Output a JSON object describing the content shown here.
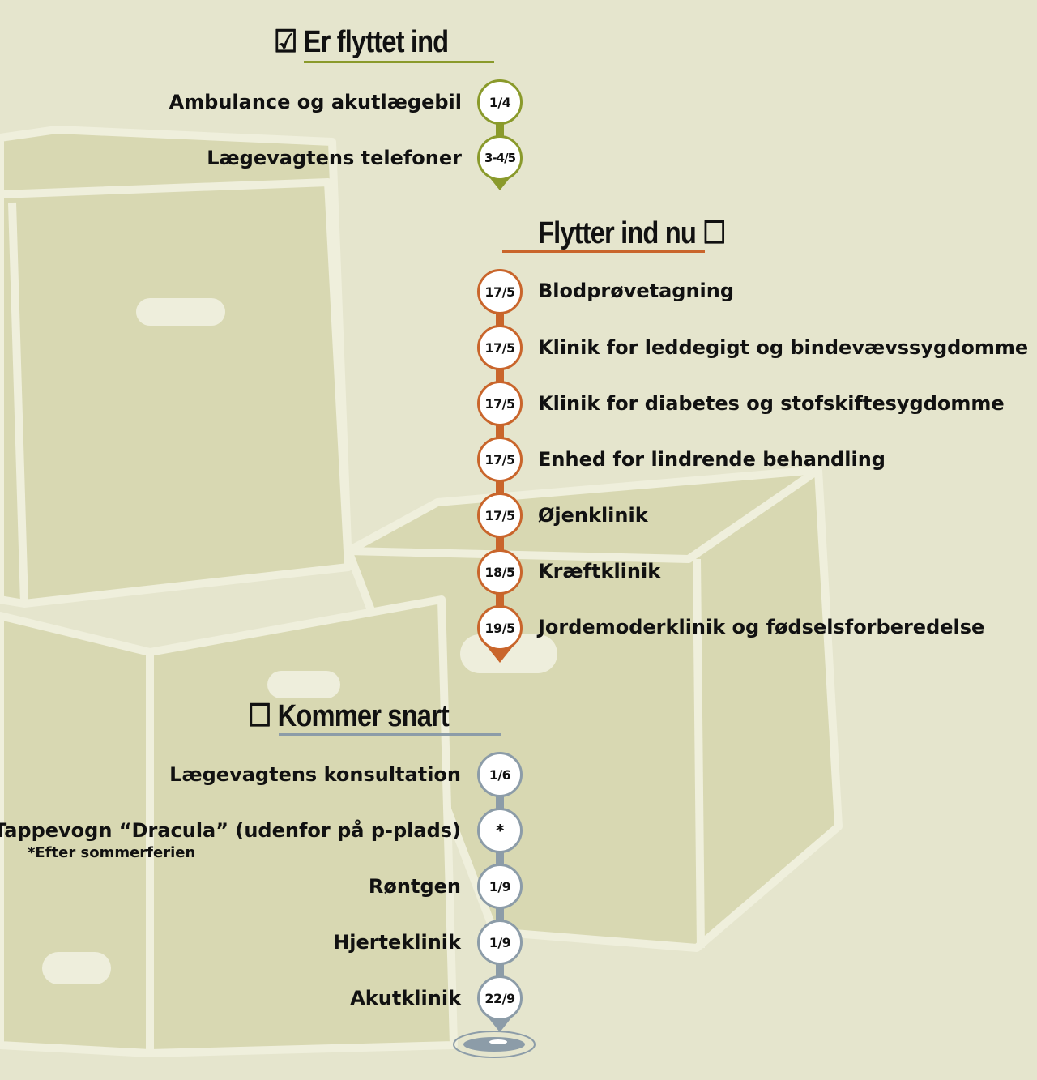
{
  "colors": {
    "background": "#e5e5cd",
    "box_fill": "#d8d8b2",
    "box_edge": "#efefdc",
    "moved_in": "#8a9a2b",
    "moving_now": "#c9652b",
    "coming_soon": "#8c9ca8"
  },
  "sections": {
    "moved_in": {
      "checkbox": "☑",
      "title": "Er flyttet ind",
      "items": [
        {
          "label": "Ambulance og akutlægebil",
          "date": "1/4"
        },
        {
          "label": "Lægevagtens telefoner",
          "date": "3-4/5"
        }
      ]
    },
    "moving_now": {
      "checkbox": "☐",
      "title": "Flytter ind nu",
      "items": [
        {
          "label": "Blodprøvetagning",
          "date": "17/5"
        },
        {
          "label": "Klinik for leddegigt og bindevævssygdomme",
          "date": "17/5"
        },
        {
          "label": "Klinik for diabetes og stofskiftesygdomme",
          "date": "17/5"
        },
        {
          "label": "Enhed for lindrende behandling",
          "date": "17/5"
        },
        {
          "label": "Øjenklinik",
          "date": "17/5"
        },
        {
          "label": "Kræftklinik",
          "date": "18/5"
        },
        {
          "label": "Jordemoderklinik og fødselsforberedelse",
          "date": "19/5"
        }
      ]
    },
    "coming_soon": {
      "checkbox": "☐",
      "title": "Kommer snart",
      "items": [
        {
          "label": "Lægevagtens konsultation",
          "date": "1/6"
        },
        {
          "label": "Tappevogn “Dracula” (udenfor på p-plads)",
          "date": "*",
          "note": "*Efter sommerferien"
        },
        {
          "label": "Røntgen",
          "date": "1/9"
        },
        {
          "label": "Hjerteklinik",
          "date": "1/9"
        },
        {
          "label": "Akutklinik",
          "date": "22/9"
        }
      ]
    }
  }
}
